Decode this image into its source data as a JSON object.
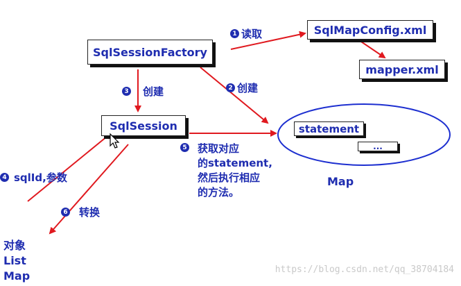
{
  "boxes": {
    "factory": "SqlSessionFactory",
    "config": "SqlMapConfig.xml",
    "mapper": "mapper.xml",
    "session": "SqlSession",
    "statement": "statement",
    "dots": "..."
  },
  "steps": {
    "s1": {
      "num": "1",
      "text": "读取"
    },
    "s2": {
      "num": "2",
      "text": "创建"
    },
    "s3": {
      "num": "3",
      "text": "创建"
    },
    "s4": {
      "num": "4",
      "text": "sqlId,参数"
    },
    "s5": {
      "num": "5",
      "lines": [
        "获取对应",
        "的statement,",
        "然后执行相应",
        "的方法。"
      ]
    },
    "s6": {
      "num": "6",
      "text": "转换"
    }
  },
  "map_label": "Map",
  "result": [
    "对象",
    "List",
    "Map"
  ],
  "watermark": "https://blog.csdn.net/qq_38704184",
  "colors": {
    "arrow": "#e0191f",
    "text": "#1f2db0",
    "ellipse": "#1d2fd0"
  }
}
